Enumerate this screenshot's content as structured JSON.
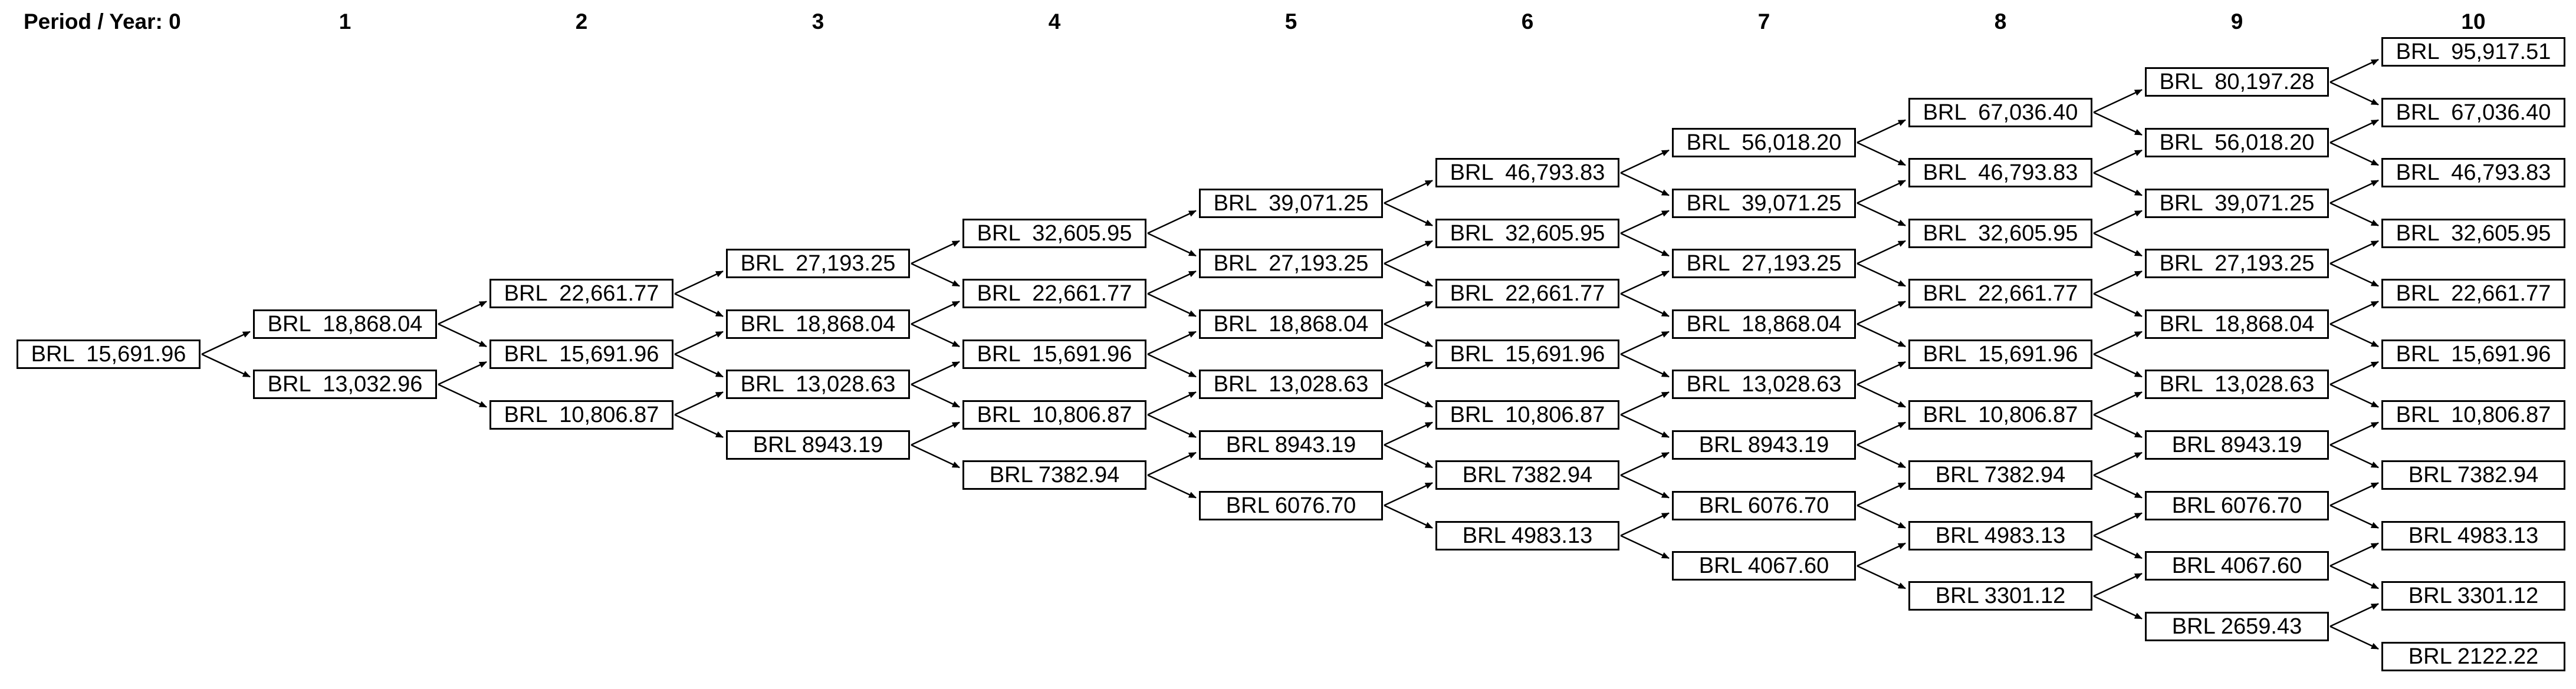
{
  "header": {
    "label_full": "Period / Year: 0",
    "label_prefix": "Period / Year:"
  },
  "colors": {
    "background": "#ffffff",
    "node_fill": "#ffffff",
    "node_border": "#000000",
    "arrow": "#000000",
    "text": "#000000"
  },
  "tree": {
    "currency_code": "BRL",
    "root_value": "15,691.96",
    "columns": [
      {
        "period": "0",
        "nodes": [
          "BRL  15,691.96"
        ]
      },
      {
        "period": "1",
        "nodes": [
          "BRL  18,868.04",
          "BRL  13,032.96"
        ]
      },
      {
        "period": "2",
        "nodes": [
          "BRL  22,661.77",
          "BRL  15,691.96",
          "BRL  10,806.87"
        ]
      },
      {
        "period": "3",
        "nodes": [
          "BRL  27,193.25",
          "BRL  18,868.04",
          "BRL  13,028.63",
          "BRL 8943.19"
        ]
      },
      {
        "period": "4",
        "nodes": [
          "BRL  32,605.95",
          "BRL  22,661.77",
          "BRL  15,691.96",
          "BRL  10,806.87",
          "BRL 7382.94"
        ]
      },
      {
        "period": "5",
        "nodes": [
          "BRL  39,071.25",
          "BRL  27,193.25",
          "BRL  18,868.04",
          "BRL  13,028.63",
          "BRL 8943.19",
          "BRL 6076.70"
        ]
      },
      {
        "period": "6",
        "nodes": [
          "BRL  46,793.83",
          "BRL  32,605.95",
          "BRL  22,661.77",
          "BRL  15,691.96",
          "BRL  10,806.87",
          "BRL 7382.94",
          "BRL 4983.13"
        ]
      },
      {
        "period": "7",
        "nodes": [
          "BRL  56,018.20",
          "BRL  39,071.25",
          "BRL  27,193.25",
          "BRL  18,868.04",
          "BRL  13,028.63",
          "BRL 8943.19",
          "BRL 6076.70",
          "BRL 4067.60"
        ]
      },
      {
        "period": "8",
        "nodes": [
          "BRL  67,036.40",
          "BRL  46,793.83",
          "BRL  32,605.95",
          "BRL  22,661.77",
          "BRL  15,691.96",
          "BRL  10,806.87",
          "BRL 7382.94",
          "BRL 4983.13",
          "BRL 3301.12"
        ]
      },
      {
        "period": "9",
        "nodes": [
          "BRL  80,197.28",
          "BRL  56,018.20",
          "BRL  39,071.25",
          "BRL  27,193.25",
          "BRL  18,868.04",
          "BRL  13,028.63",
          "BRL 8943.19",
          "BRL 6076.70",
          "BRL 4067.60",
          "BRL 2659.43"
        ]
      },
      {
        "period": "10",
        "nodes": [
          "BRL  95,917.51",
          "BRL  67,036.40",
          "BRL  46,793.83",
          "BRL  32,605.95",
          "BRL  22,661.77",
          "BRL  15,691.96",
          "BRL  10,806.87",
          "BRL 7382.94",
          "BRL 4983.13",
          "BRL 3301.12",
          "BRL 2122.22"
        ]
      }
    ]
  }
}
